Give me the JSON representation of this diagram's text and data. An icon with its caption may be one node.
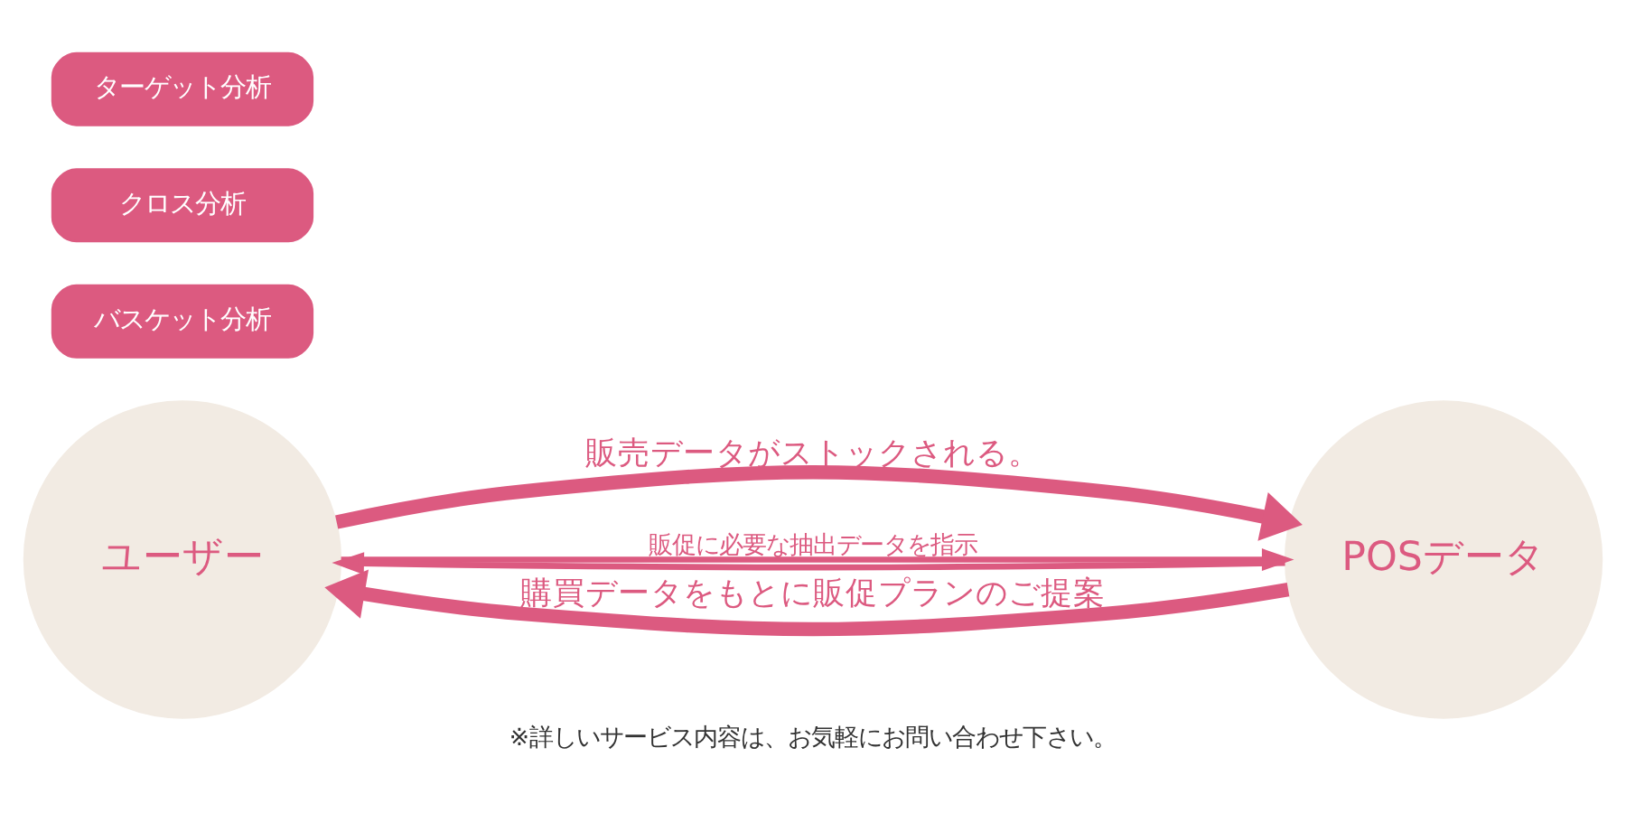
{
  "diagram": {
    "caption": "※詳しいサービス内容は、お気軽にお問い合わせ下さい。",
    "nodes": [
      {
        "text": [
          "ユーザー"
        ]
      },
      {
        "text": [
          "POSデータ"
        ]
      },
      {
        "text": [
          "バスケット分析"
        ]
      },
      {
        "text": [
          "クロス分析"
        ]
      },
      {
        "text": [
          "ターゲット分析"
        ]
      }
    ],
    "edges": [
      {
        "from": 0,
        "to": 1,
        "arrow": "to",
        "label": "販売データがストックされる。",
        "style": "thick"
      },
      {
        "from": 0,
        "to": 1,
        "arrow": "to",
        "label": "販促に必要な抽出データを指示"
      },
      {
        "from": 1,
        "to": 0,
        "arrow": "to"
      },
      {
        "from": 1,
        "to": 0,
        "arrow": "to",
        "label": "購買データをもとに販促プランのご提案",
        "style": "thick"
      }
    ]
  }
}
